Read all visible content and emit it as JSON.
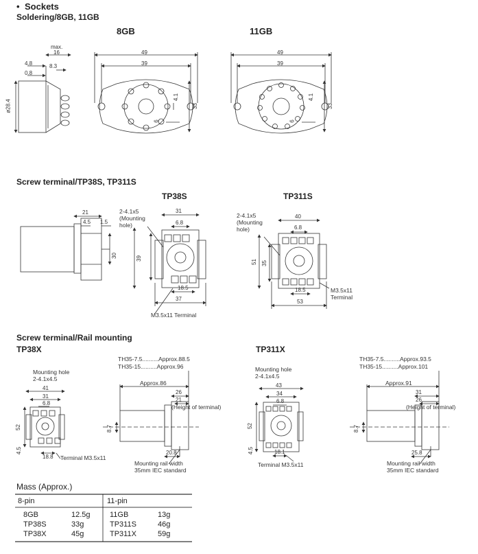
{
  "header": {
    "bullet": "•",
    "title": "Sockets",
    "subtitle": "Soldering/8GB, 11GB"
  },
  "sections": {
    "solder": {
      "label_8gb": "8GB",
      "label_11gb": "11GB"
    },
    "screw": {
      "title": "Screw terminal/TP38S, TP311S",
      "label_tp38s": "TP38S",
      "label_tp311s": "TP311S"
    },
    "rail": {
      "title": "Screw terminal/Rail mounting",
      "label_tp38x": "TP38X",
      "label_tp311x": "TP311X"
    }
  },
  "dims": {
    "s_max": "max.",
    "s_16": "16",
    "s_48": "4.8",
    "s_83": "8.3",
    "s_08": "0.8",
    "s_dia": "ø28.4",
    "g8_49": "49",
    "g8_39": "39",
    "g8_41": "4.1",
    "g8_33": "33",
    "g8_6": "6",
    "g11_49": "49",
    "g11_39": "39",
    "g11_41": "4.1",
    "g11_33": "33",
    "g11_6": "6",
    "t_21": "21",
    "t_45": "4.5",
    "t_15": "1.5",
    "t_30": "30",
    "a_hole": "2-4.1x5\n(Mounting\nhole)",
    "a_31": "31",
    "a_68": "6.8",
    "a_39": "39",
    "a_185": "18.5",
    "a_37": "37",
    "a_term": "M3.5x11 Terminal",
    "b_hole": "2-4.1x5\n(Mounting\nhole)",
    "b_40": "40",
    "b_68": "6.8",
    "b_51": "51",
    "b_35": "35",
    "b_185": "18.5",
    "b_53": "53",
    "b_term": "M3.5x11\nTerminal",
    "x_hole": "Mounting hole\n2-4.1x4.5",
    "x_41": "41",
    "x_31": "31",
    "x_68": "6.8",
    "x_52": "52",
    "x_45": "4.5",
    "x_188": "18.8",
    "x_term": "Terminal M3.5x11",
    "xs_th75": "TH35-7.5..........Approx.88.5",
    "xs_th15": "TH35-15..........Approx.96",
    "xs_app": "Approx.86",
    "xs_26": "26",
    "xs_21": "21",
    "xs_height": "(Height of terminal)",
    "xs_87": "8.7",
    "xs_208": "20.8",
    "xs_rail": "Mounting rail width\n35mm IEC standard",
    "y_hole": "Mounting hole\n2-4.1x4.5",
    "y_43": "43",
    "y_34": "34",
    "y_68": "6.8",
    "y_52": "52",
    "y_45": "4.5",
    "y_181": "18.1",
    "y_term": "Terminal M3.5x11",
    "ys_th75": "TH35-7.5..........Approx.93.5",
    "ys_th15": "TH35-15..........Approx.101",
    "ys_app": "Approx.91",
    "ys_31": "31",
    "ys_26": "26",
    "ys_height": "(Height of terminal)",
    "ys_87": "8.7",
    "ys_258": "25.8",
    "ys_rail": "Mounting rail width\n35mm IEC standard"
  },
  "mass": {
    "title": "Mass (Approx.)",
    "head_8": "8-pin",
    "head_11": "11-pin",
    "rows": [
      {
        "a": "8GB",
        "av": "12.5g",
        "b": "11GB",
        "bv": "13g"
      },
      {
        "a": "TP38S",
        "av": "33g",
        "b": "TP311S",
        "bv": "46g"
      },
      {
        "a": "TP38X",
        "av": "45g",
        "b": "TP311X",
        "bv": "59g"
      }
    ]
  }
}
